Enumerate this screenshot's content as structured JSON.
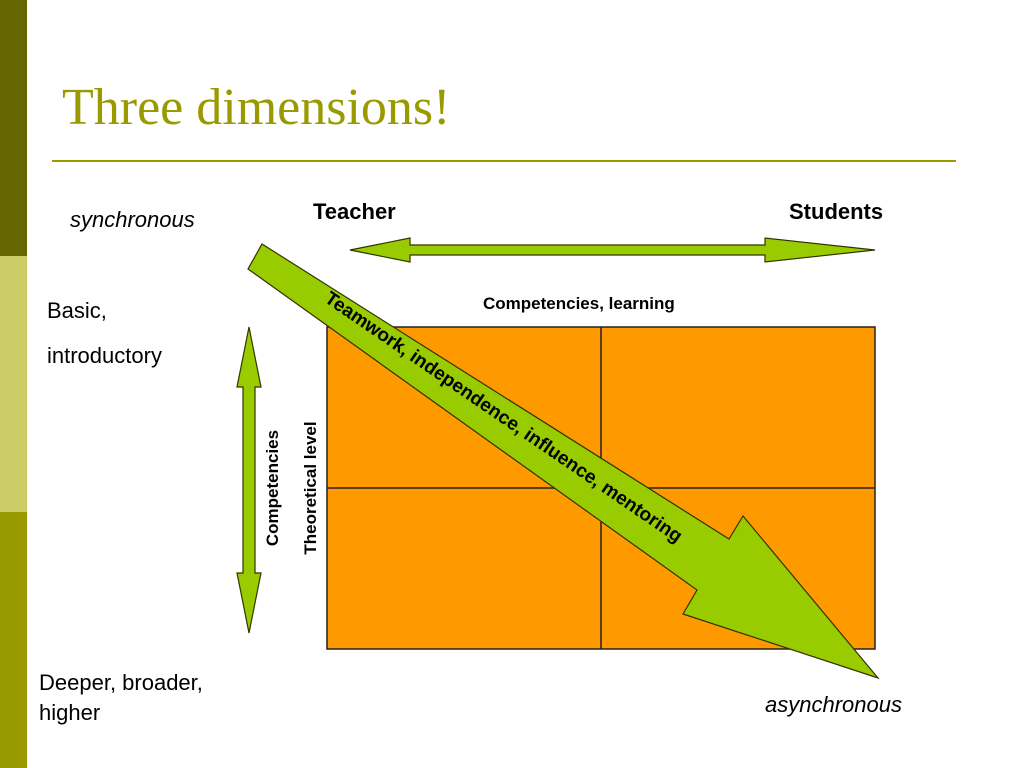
{
  "slide": {
    "title": "Three dimensions!"
  },
  "labels": {
    "synchronous": "synchronous",
    "asynchronous": "asynchronous",
    "basic": "Basic,",
    "introductory": "introductory",
    "deeper_line1": "Deeper, broader,",
    "deeper_line2": "higher",
    "teacher": "Teacher",
    "students": "Students",
    "competencies_learning": "Competencies, learning",
    "competencies": "Competencies",
    "theoretical_level": "Theoretical level",
    "diagonal_arrow": "Teamwork, independence, influence, mentoring"
  },
  "colors": {
    "sidebar_dark": "#666600",
    "sidebar_light": "#cccc66",
    "sidebar_mid": "#999900",
    "title": "#999900",
    "grid_fill": "#ff9900",
    "arrow_fill": "#99cc00"
  }
}
